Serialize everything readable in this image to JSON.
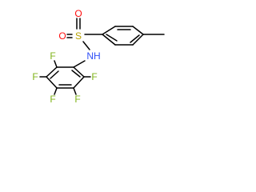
{
  "molecule": {
    "atoms": {
      "O1": {
        "symbol": "O",
        "color": "#ff0d0d"
      },
      "O2": {
        "symbol": "O",
        "color": "#ff0d0d"
      },
      "S": {
        "symbol": "S",
        "color": "#b8a200"
      },
      "NH": {
        "symbol": "NH",
        "color": "#3050f8"
      },
      "F1": {
        "symbol": "F",
        "color": "#7fb319"
      },
      "F2": {
        "symbol": "F",
        "color": "#7fb319"
      },
      "F3": {
        "symbol": "F",
        "color": "#7fb319"
      },
      "F4": {
        "symbol": "F",
        "color": "#7fb319"
      },
      "F5": {
        "symbol": "F",
        "color": "#7fb319"
      }
    },
    "bond_color": "#000000"
  }
}
